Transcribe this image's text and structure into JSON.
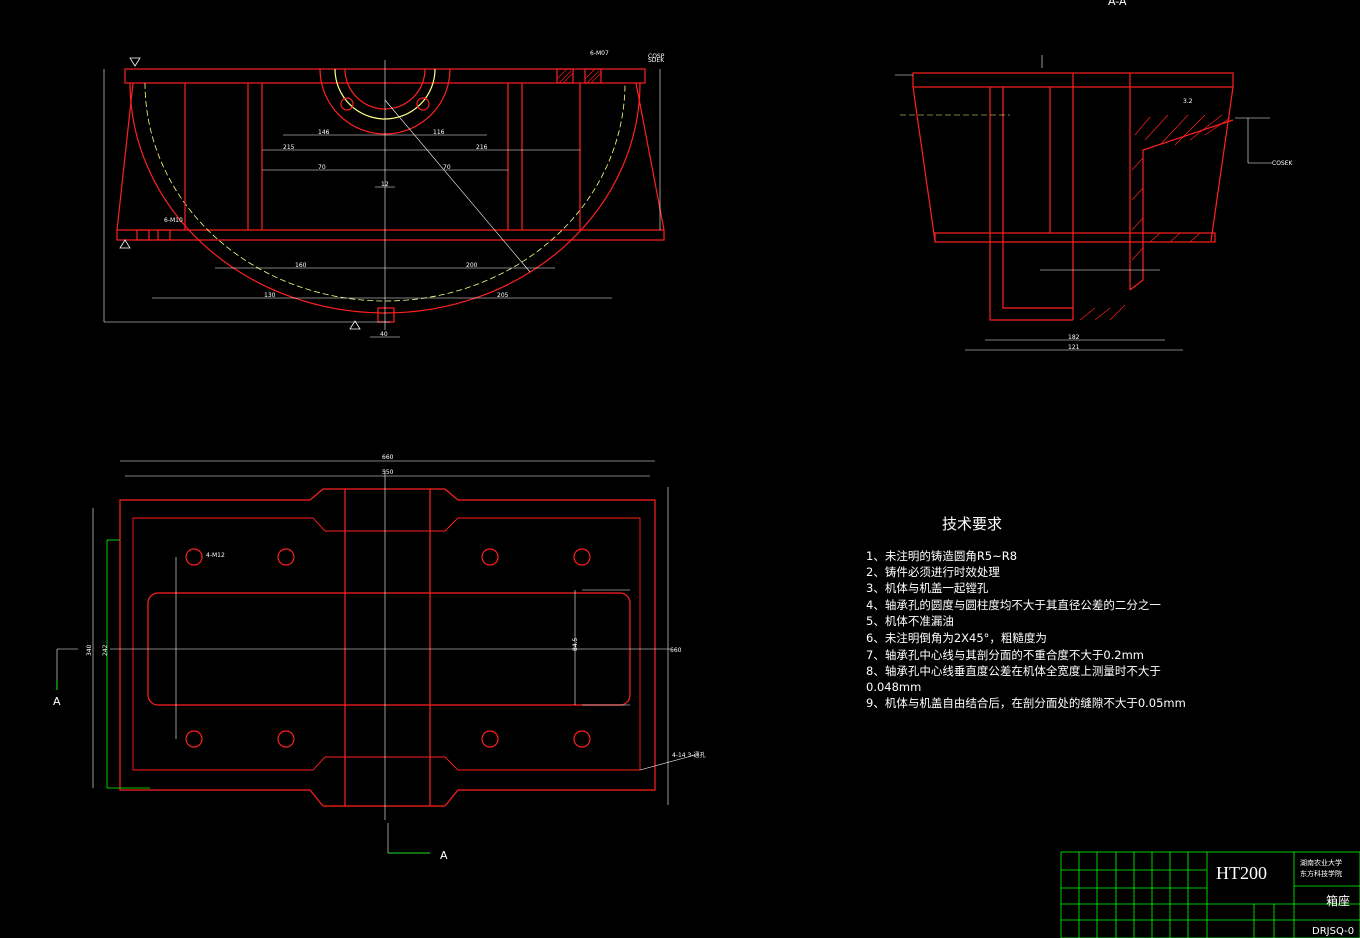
{
  "section_title": "A-A",
  "section_markers": [
    "A",
    "A"
  ],
  "tech_requirements": {
    "title": "技术要求",
    "items": [
      "1、未注明的铸造圆角R5~R8",
      "2、铸件必须进行时效处理",
      "3、机体与机盖一起镗孔",
      "4、轴承孔的圆度与圆柱度均不大于其直径公差的二分之一",
      "5、机体不准漏油",
      "6、未注明倒角为2X45°，粗糙度为",
      "7、轴承孔中心线与其剖分面的不重合度不大于0.2mm",
      "8、轴承孔中心线垂直度公差在机体全宽度上测量时不大于",
      "0.048mm",
      "9、机体与机盖自由结合后，在剖分面处的缝隙不大于0.05mm"
    ]
  },
  "title_block": {
    "material": "HT200",
    "part_name": "箱座",
    "school_1": "湖南农业大学",
    "school_2": "东方科技学院",
    "drawing_no": "DRJSQ-0"
  },
  "colors": {
    "outline": "#ff2020",
    "dimension": "#ffffff",
    "accent": "#00ff00",
    "hidden": "#ffff80"
  }
}
